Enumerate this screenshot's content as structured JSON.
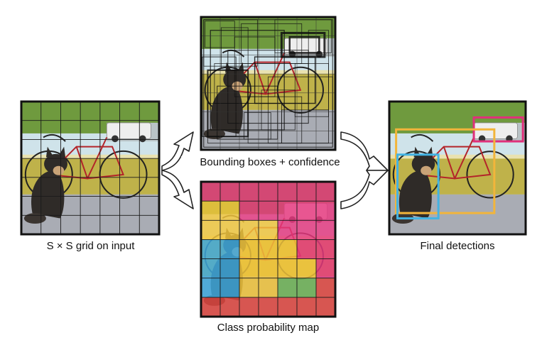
{
  "diagram": {
    "captions": {
      "input": "S × S grid on input",
      "boxes": "Bounding boxes + confidence",
      "class_map": "Class probability map",
      "final": "Final detections"
    },
    "grid_size": 7,
    "colors": {
      "frame": "#111111",
      "sky": "#cfe3ea",
      "foliage": "#6f9a3e",
      "wall": "#bfb24a",
      "porch": "#a9acb4",
      "dog": "#2f2b28",
      "bike_frame": "#b3242a",
      "car": "#eeeeee",
      "class_pink": "#e6387e",
      "class_yellow": "#f2c53b",
      "class_blue": "#3fa9df",
      "class_green": "#6db254",
      "class_red": "#e0453e",
      "det_pink": "#e0307a",
      "det_yellow": "#f2b53b",
      "det_blue": "#43b3e3"
    },
    "class_probability_map": [
      [
        "pink",
        "pink",
        "pink",
        "pink",
        "pink",
        "pink",
        "pink"
      ],
      [
        "yellow",
        "yellow",
        "pink",
        "pink",
        "pink",
        "pink",
        "pink"
      ],
      [
        "yellow",
        "yellow",
        "yellow",
        "yellow",
        "pink",
        "pink",
        "pink"
      ],
      [
        "blue",
        "blue",
        "yellow",
        "yellow",
        "yellow",
        "pink",
        "pink"
      ],
      [
        "blue",
        "blue",
        "yellow",
        "yellow",
        "yellow",
        "yellow",
        "pink"
      ],
      [
        "blue",
        "blue",
        "yellow",
        "yellow",
        "green",
        "green",
        "red"
      ],
      [
        "red",
        "red",
        "red",
        "red",
        "red",
        "red",
        "red"
      ]
    ],
    "final_detections": [
      {
        "label": "car",
        "color": "pink"
      },
      {
        "label": "bicycle",
        "color": "yellow"
      },
      {
        "label": "dog",
        "color": "blue"
      }
    ]
  }
}
